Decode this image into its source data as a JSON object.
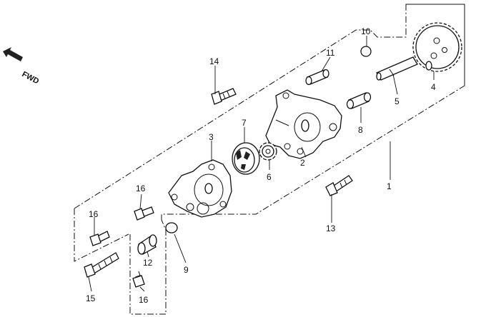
{
  "diagram": {
    "direction_label": "FWD",
    "callouts": [
      {
        "id": "1",
        "text": "1"
      },
      {
        "id": "2",
        "text": "2"
      },
      {
        "id": "3",
        "text": "3"
      },
      {
        "id": "4",
        "text": "4"
      },
      {
        "id": "5",
        "text": "5"
      },
      {
        "id": "6",
        "text": "6"
      },
      {
        "id": "7",
        "text": "7"
      },
      {
        "id": "8",
        "text": "8"
      },
      {
        "id": "9",
        "text": "9"
      },
      {
        "id": "10",
        "text": "10"
      },
      {
        "id": "11",
        "text": "11"
      },
      {
        "id": "12",
        "text": "12"
      },
      {
        "id": "13",
        "text": "13"
      },
      {
        "id": "14",
        "text": "14"
      },
      {
        "id": "15",
        "text": "15"
      },
      {
        "id": "16a",
        "text": "16"
      },
      {
        "id": "16b",
        "text": "16"
      },
      {
        "id": "16c",
        "text": "16"
      }
    ]
  }
}
